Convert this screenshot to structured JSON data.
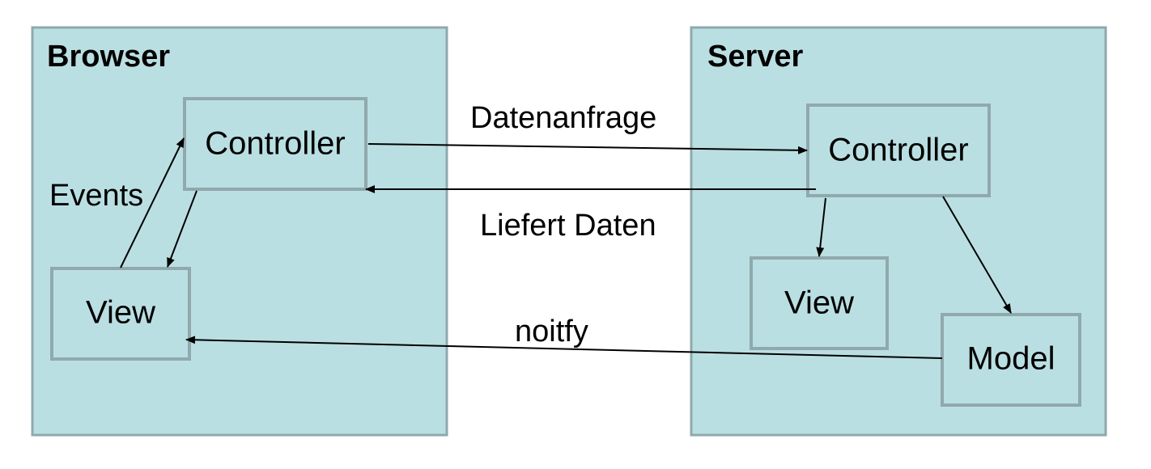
{
  "browser": {
    "title": "Browser",
    "controller_label": "Controller",
    "view_label": "View"
  },
  "server": {
    "title": "Server",
    "controller_label": "Controller",
    "view_label": "View",
    "model_label": "Model"
  },
  "edges": {
    "events": "Events",
    "request": "Datenanfrage",
    "response": "Liefert Daten",
    "notify": "noitfy"
  },
  "colors": {
    "fill": "#badfe3",
    "stroke": "#8fa9ad",
    "text": "#000000"
  }
}
